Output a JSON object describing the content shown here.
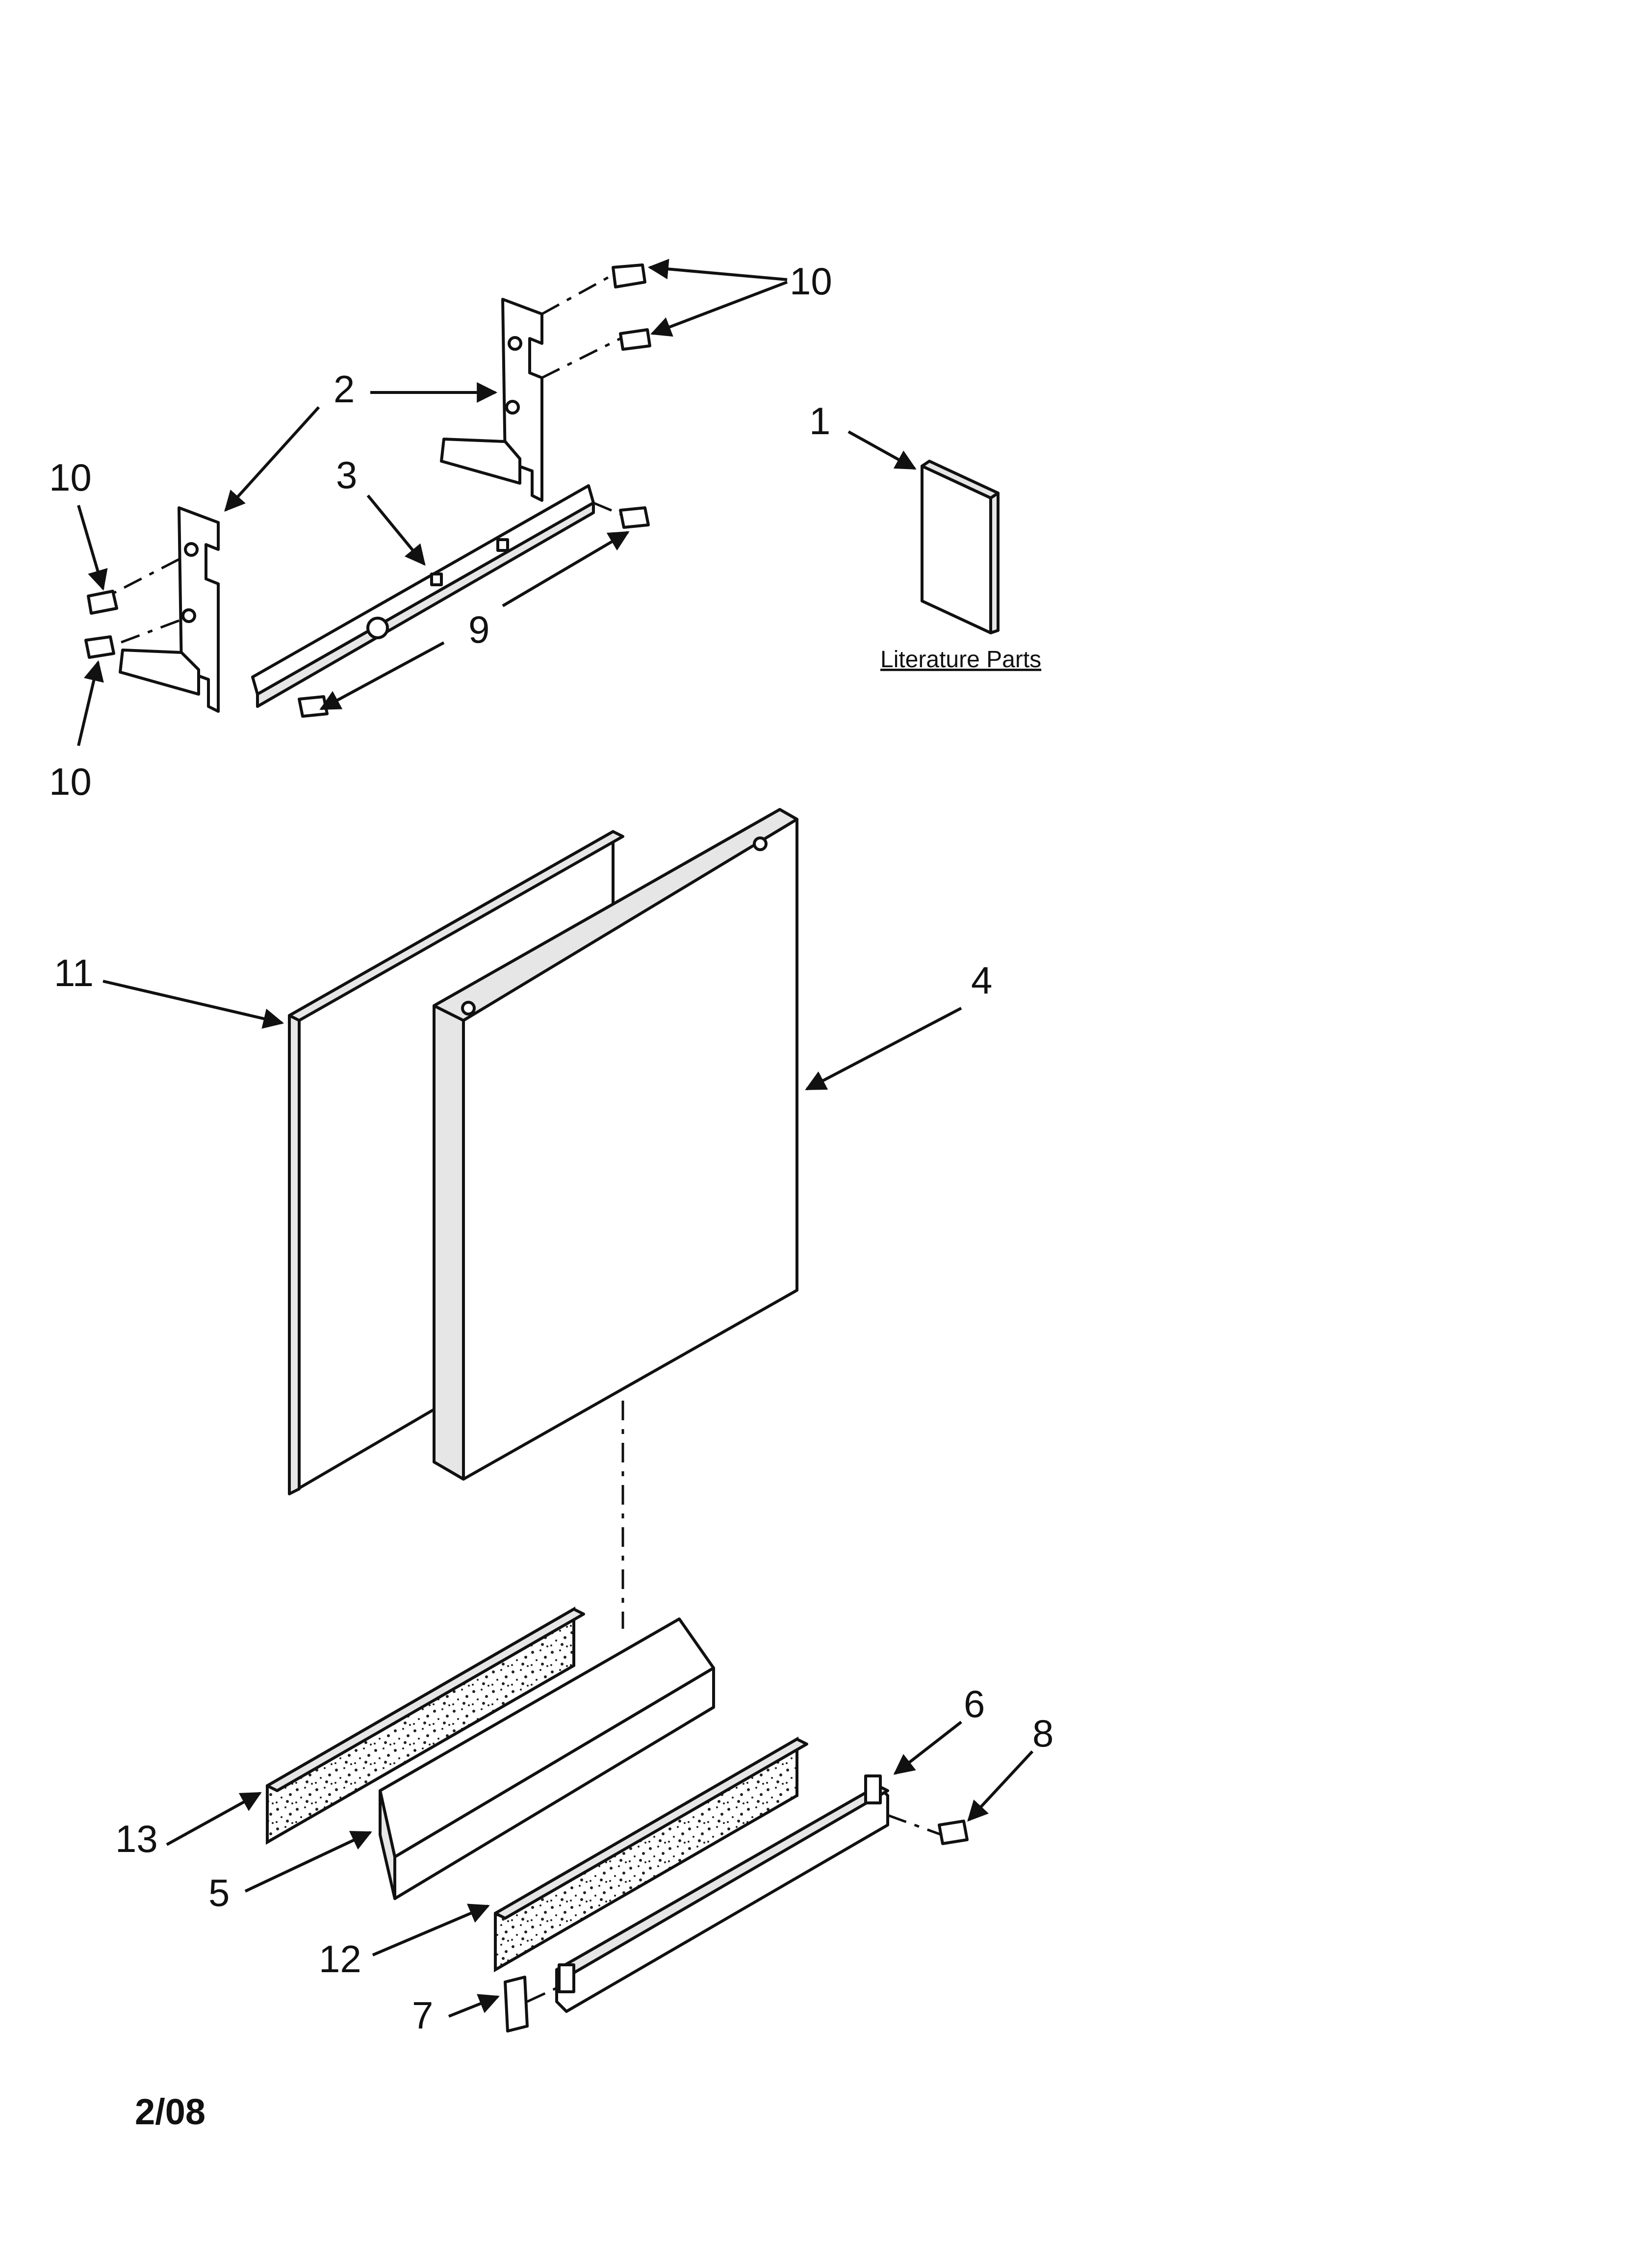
{
  "diagram": {
    "callouts": [
      "1",
      "2",
      "3",
      "4",
      "5",
      "6",
      "7",
      "8",
      "9",
      "10",
      "10",
      "10",
      "11",
      "12",
      "13"
    ],
    "literature_label": "Literature Parts",
    "date": "2/08"
  },
  "colors": {
    "line": "#111111",
    "foam": "#d9d9d9"
  }
}
